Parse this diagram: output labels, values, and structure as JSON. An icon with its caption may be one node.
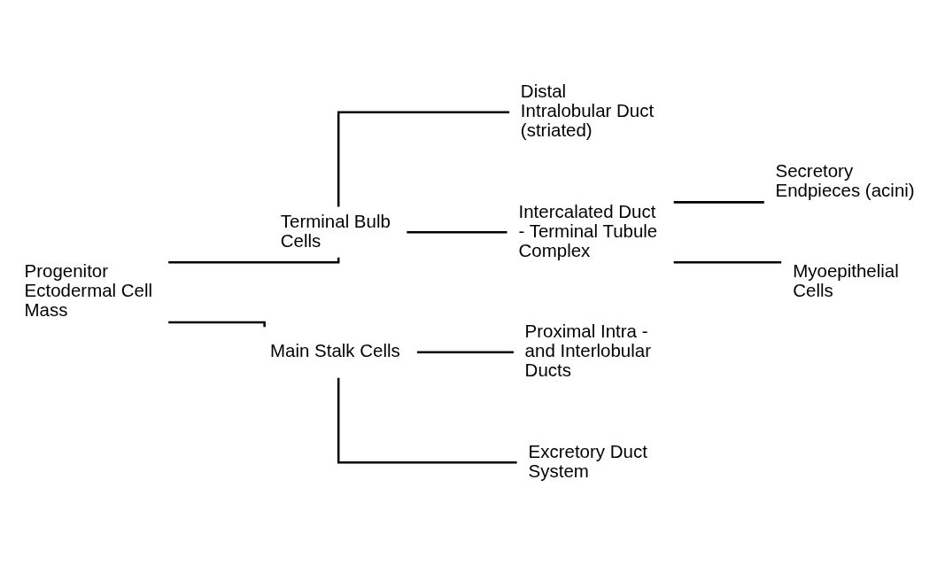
{
  "diagram": {
    "nodes": [
      {
        "text": [
          "Progenitor Ectodermal Cell Mass"
        ]
      },
      {
        "text": [
          "Terminal Bulb Cells"
        ]
      },
      {
        "text": [
          "Main Stalk Cells"
        ]
      },
      {
        "text": [
          "Distal Intralobular Duct (striated)"
        ]
      },
      {
        "text": [
          "Intercalated Duct - Terminal Tubule Complex"
        ]
      },
      {
        "text": [
          "Secretory Endpieces (acini)"
        ]
      },
      {
        "text": [
          "Myoepithelial Cells"
        ]
      },
      {
        "text": [
          "Proximal Intra - and Interlobular Ducts"
        ]
      },
      {
        "text": [
          "Excretory Duct System"
        ]
      }
    ],
    "edges": [
      {
        "from": 0,
        "to": 1,
        "arrow": "none"
      },
      {
        "from": 0,
        "to": 2,
        "arrow": "none"
      },
      {
        "from": 1,
        "to": 3,
        "arrow": "none"
      },
      {
        "from": 1,
        "to": 4,
        "arrow": "none"
      },
      {
        "from": 4,
        "to": 5,
        "arrow": "none"
      },
      {
        "from": 4,
        "to": 6,
        "arrow": "none"
      },
      {
        "from": 2,
        "to": 7,
        "arrow": "none"
      },
      {
        "from": 2,
        "to": 8,
        "arrow": "none"
      }
    ]
  }
}
